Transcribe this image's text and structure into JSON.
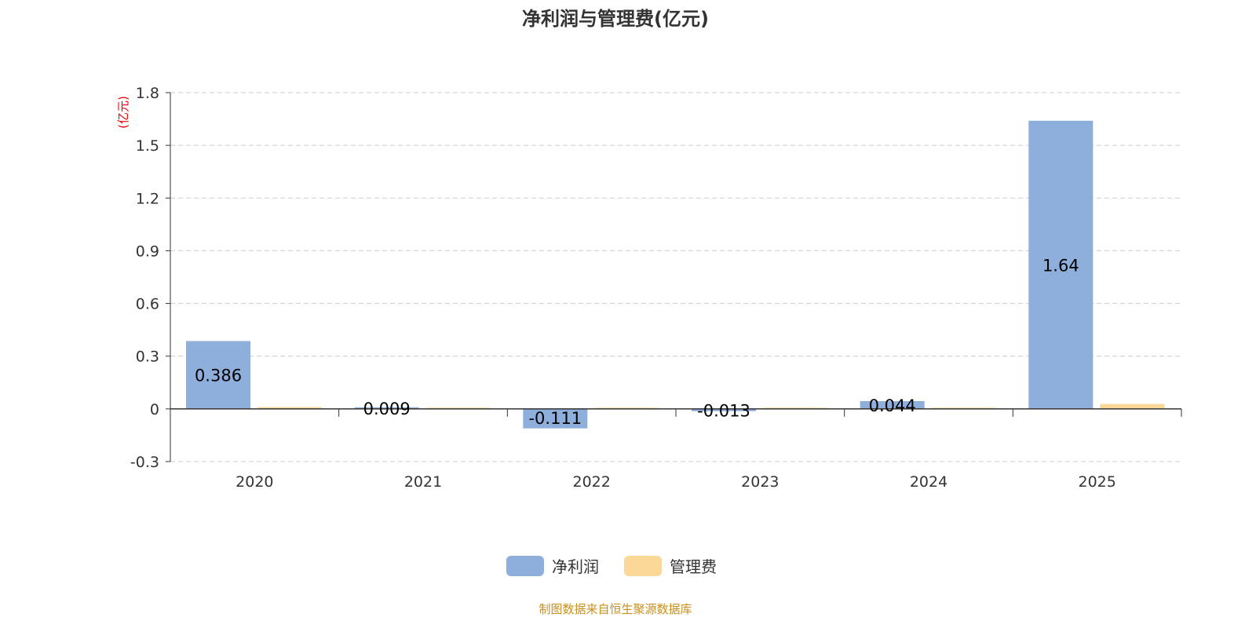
{
  "chart_data": {
    "type": "bar",
    "title": "净利润与管理费(亿元)",
    "ylabel": "(亿元)",
    "categories": [
      "2020",
      "2021",
      "2022",
      "2023",
      "2024",
      "2025"
    ],
    "series": [
      {
        "name": "净利润",
        "color": "#8eaedb",
        "values": [
          0.386,
          0.009,
          -0.111,
          -0.013,
          0.044,
          1.64
        ],
        "labels": [
          "0.386",
          "0.009",
          "-0.111",
          "-0.013",
          "0.044",
          "1.64"
        ]
      },
      {
        "name": "管理费",
        "color": "#fcd898",
        "values": [
          0.01,
          0.005,
          0.004,
          0.004,
          0.004,
          0.028
        ]
      }
    ],
    "ylim": [
      -0.3,
      1.8
    ],
    "yticks": [
      "-0.3",
      "0",
      "0.3",
      "0.6",
      "0.9",
      "1.2",
      "1.5",
      "1.8"
    ],
    "grid": true,
    "legend": "bottom-center"
  },
  "source": "制图数据来自恒生聚源数据库"
}
